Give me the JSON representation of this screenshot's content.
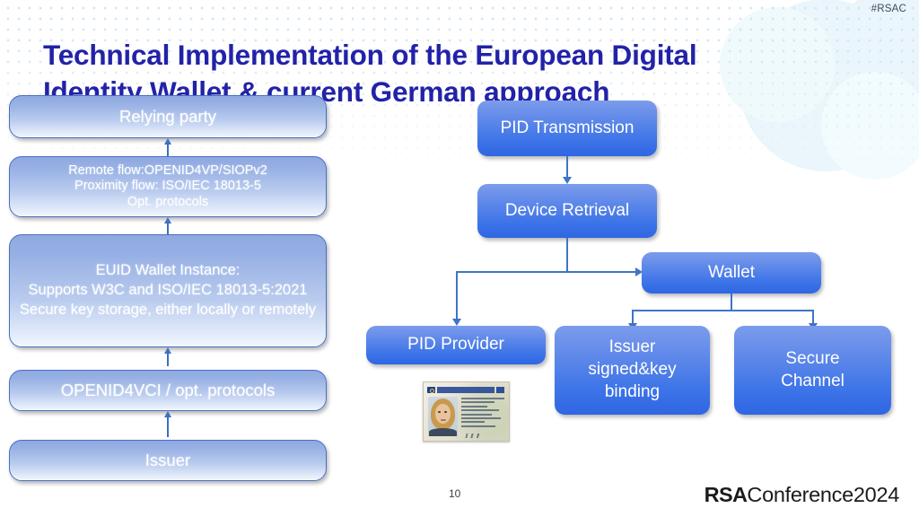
{
  "slide": {
    "hashtag": "#RSAC",
    "title": "Technical Implementation of the European Digital Identity Wallet & current German approach",
    "page_number": "10",
    "brand": {
      "rsa": "RSA",
      "conference": "Conference",
      "year": "2024"
    },
    "accent_color": "#2222a8",
    "left_box_border_color": "#4a6fc4",
    "right_box_color": "#3d74e8",
    "connector_color": "#3f74c8"
  },
  "left_flow": {
    "name": "wallet-protocol-stack",
    "boxes": [
      {
        "id": "relying-party",
        "label": "Relying party"
      },
      {
        "id": "rp-protocols",
        "label": "Remote flow:OPENID4VP/SIOPv2\nProximity flow: ISO/IEC 18013-5\nOpt. protocols"
      },
      {
        "id": "euid-wallet-instance",
        "label": "EUID Wallet Instance:\nSupports W3C and ISO/IEC 18013-5:2021\nSecure key storage, either locally or remotely"
      },
      {
        "id": "issuer-protocols",
        "label": "OPENID4VCI / opt. protocols"
      },
      {
        "id": "issuer",
        "label": "Issuer"
      }
    ]
  },
  "right_flow": {
    "name": "pid-transmission-flow",
    "boxes": [
      {
        "id": "pid-transmission",
        "label": "PID Transmission"
      },
      {
        "id": "device-retrieval",
        "label": "Device Retrieval"
      },
      {
        "id": "wallet",
        "label": "Wallet"
      },
      {
        "id": "pid-provider",
        "label": "PID Provider"
      },
      {
        "id": "issuer-signed-key-binding",
        "label": "Issuer\nsigned&key\nbinding"
      },
      {
        "id": "secure-channel",
        "label": "Secure\nChannel"
      }
    ]
  },
  "id_card": {
    "name": "german-id-card-image",
    "alt": "German national identity card specimen"
  }
}
